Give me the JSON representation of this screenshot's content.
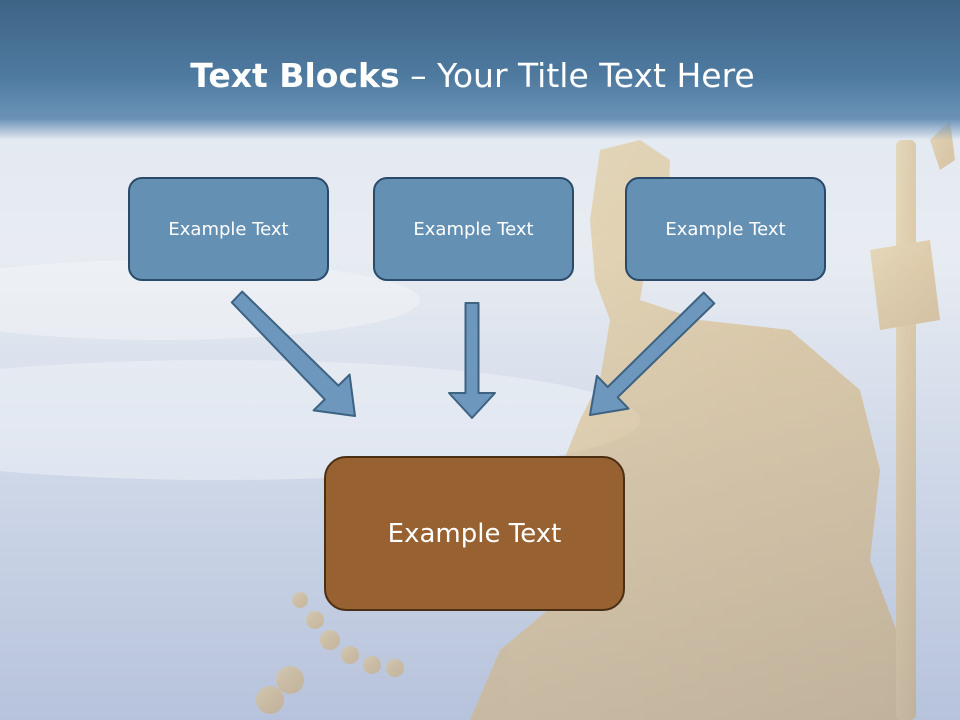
{
  "slide": {
    "title_bold": "Text Blocks",
    "title_rest": "– Your Title Text Here"
  },
  "diagram": {
    "top_boxes": [
      {
        "label": "Example Text"
      },
      {
        "label": "Example Text"
      },
      {
        "label": "Example Text"
      }
    ],
    "bottom_box": {
      "label": "Example Text"
    }
  },
  "colors": {
    "title_band": "#4a7398",
    "top_box_fill": "#6490b4",
    "top_box_border": "#2a4a6a",
    "bottom_box_fill": "#976131",
    "bottom_box_border": "#4a2f14",
    "arrow_fill": "#6e97bd",
    "arrow_stroke": "#3d6282"
  }
}
